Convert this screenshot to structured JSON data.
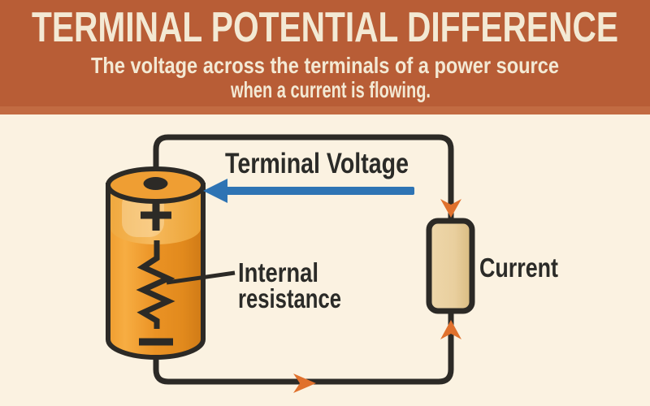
{
  "header": {
    "title": "TERMINAL POTENTIAL DIFFERENCE",
    "subtitle_line1": "The voltage across the terminals of a power source",
    "subtitle_line2": "when a current is flowing.",
    "background_color": "#b85d36",
    "accent_strip_color": "#c26b42",
    "text_color": "#f3e9d4"
  },
  "diagram": {
    "background_color": "#fbf2e1",
    "labels": {
      "terminal_voltage": "Terminal Voltage",
      "internal_resistance_line1": "Internal",
      "internal_resistance_line2": "resistance",
      "current": "Current"
    },
    "colors": {
      "wire": "#2c2a26",
      "terminal_voltage_arrow": "#2e74b4",
      "current_arrow": "#e0712d",
      "battery_body": "#e9922a",
      "battery_top_band": "#f3ae49",
      "battery_cap": "#ef9e33",
      "resistor_fill": "#e8cf9e",
      "label_text": "#2b2b28"
    }
  }
}
